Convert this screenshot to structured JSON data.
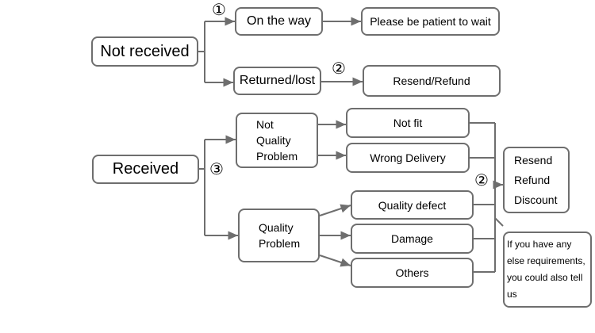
{
  "diagram": {
    "not_received": "Not received",
    "received": "Received",
    "on_the_way": "On the way",
    "patient": "Please be patient to wait",
    "returned_lost": "Returned/lost",
    "resend_refund": "Resend/Refund",
    "not_quality": [
      "Not",
      "Quality",
      "Problem"
    ],
    "quality_problem": [
      "Quality",
      "Problem"
    ],
    "not_fit": "Not fit",
    "wrong_delivery": "Wrong Delivery",
    "quality_defect": "Quality defect",
    "damage": "Damage",
    "others": "Others",
    "resolution": [
      "Resend",
      "Refund",
      "Discount"
    ],
    "requirements": [
      "If you have any",
      "else requirements,",
      "you could also tell",
      "us"
    ],
    "markers": {
      "m1": "①",
      "m2a": "②",
      "m2b": "②",
      "m3": "③"
    }
  },
  "colors": {
    "line": "#6e6e6e",
    "border": "#6e6e6e"
  }
}
